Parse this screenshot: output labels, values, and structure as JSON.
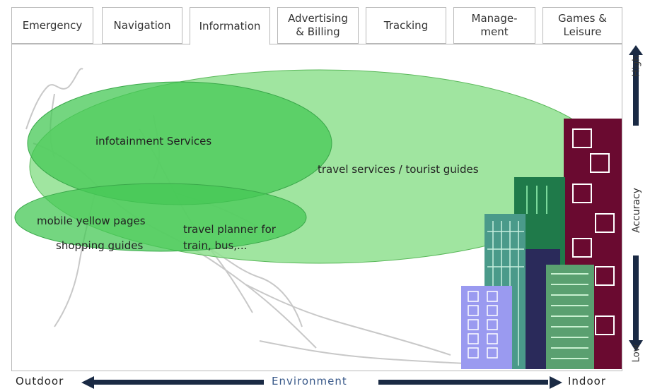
{
  "tabs": [
    {
      "label": "Emergency",
      "active": false
    },
    {
      "label": "Navigation",
      "active": false
    },
    {
      "label": "Information",
      "active": true
    },
    {
      "label": "Advertising\n& Billing",
      "active": false
    },
    {
      "label": "Tracking",
      "active": false
    },
    {
      "label": "Manage-\nment",
      "active": false
    },
    {
      "label": "Games &\nLeisure",
      "active": false
    }
  ],
  "services": {
    "infotainment": "infotainment Services",
    "travel_services": "travel services / tourist guides",
    "yellow_pages": "mobile yellow pages",
    "shopping": "shopping guides",
    "planner_line1": "travel planner for",
    "planner_line2": "train, bus,..."
  },
  "x_axis": {
    "left": "Outdoor",
    "center": "Environment",
    "right": "Indoor"
  },
  "y_axis": {
    "top": "High",
    "center": "Accuracy",
    "bottom": "Low"
  },
  "colors": {
    "ellipse_light": "#8fe08f",
    "ellipse_dark": "#45c856",
    "arrow": "#1a2a44",
    "env_label": "#3a5a8a",
    "building_maroon": "#6a0a30",
    "building_green": "#1f7a4a",
    "building_teal": "#4a9a8a",
    "building_navy": "#2a2a5a",
    "building_lavender": "#9a9af0"
  }
}
